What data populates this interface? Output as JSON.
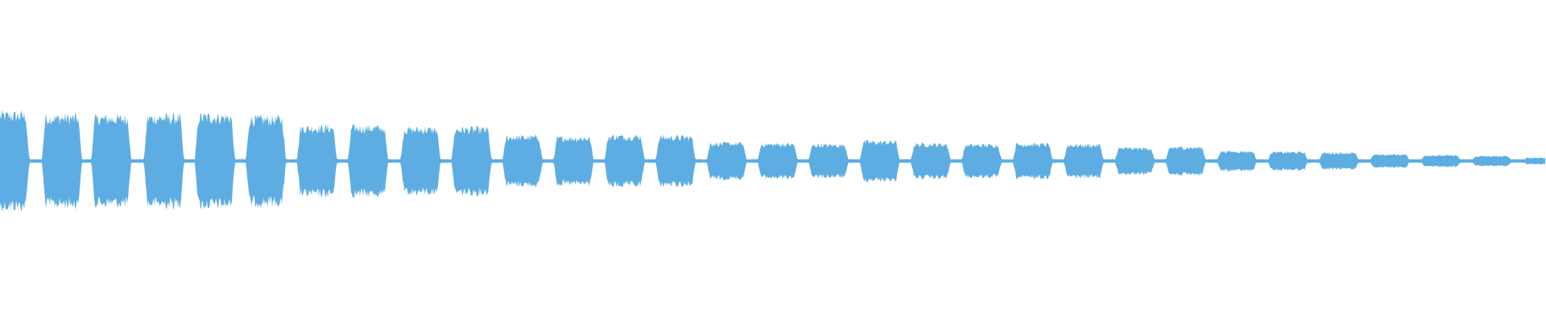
{
  "waveform": {
    "color": "#5dade2",
    "bursts": [
      {
        "center": 0.006,
        "width": 0.026,
        "amp": 0.58
      },
      {
        "center": 0.04,
        "width": 0.026,
        "amp": 0.55
      },
      {
        "center": 0.072,
        "width": 0.026,
        "amp": 0.54
      },
      {
        "center": 0.106,
        "width": 0.026,
        "amp": 0.55
      },
      {
        "center": 0.139,
        "width": 0.026,
        "amp": 0.56
      },
      {
        "center": 0.172,
        "width": 0.026,
        "amp": 0.53
      },
      {
        "center": 0.205,
        "width": 0.026,
        "amp": 0.42
      },
      {
        "center": 0.238,
        "width": 0.026,
        "amp": 0.42
      },
      {
        "center": 0.272,
        "width": 0.026,
        "amp": 0.4
      },
      {
        "center": 0.305,
        "width": 0.026,
        "amp": 0.4
      },
      {
        "center": 0.338,
        "width": 0.026,
        "amp": 0.3
      },
      {
        "center": 0.371,
        "width": 0.026,
        "amp": 0.29
      },
      {
        "center": 0.404,
        "width": 0.026,
        "amp": 0.31
      },
      {
        "center": 0.437,
        "width": 0.026,
        "amp": 0.3
      },
      {
        "center": 0.47,
        "width": 0.026,
        "amp": 0.22
      },
      {
        "center": 0.503,
        "width": 0.026,
        "amp": 0.21
      },
      {
        "center": 0.536,
        "width": 0.026,
        "amp": 0.2
      },
      {
        "center": 0.569,
        "width": 0.026,
        "amp": 0.24
      },
      {
        "center": 0.602,
        "width": 0.026,
        "amp": 0.21
      },
      {
        "center": 0.635,
        "width": 0.026,
        "amp": 0.2
      },
      {
        "center": 0.668,
        "width": 0.026,
        "amp": 0.21
      },
      {
        "center": 0.701,
        "width": 0.026,
        "amp": 0.2
      },
      {
        "center": 0.734,
        "width": 0.026,
        "amp": 0.16
      },
      {
        "center": 0.767,
        "width": 0.026,
        "amp": 0.17
      },
      {
        "center": 0.8,
        "width": 0.026,
        "amp": 0.12
      },
      {
        "center": 0.833,
        "width": 0.026,
        "amp": 0.11
      },
      {
        "center": 0.866,
        "width": 0.026,
        "amp": 0.1
      },
      {
        "center": 0.899,
        "width": 0.026,
        "amp": 0.08
      },
      {
        "center": 0.932,
        "width": 0.026,
        "amp": 0.07
      },
      {
        "center": 0.965,
        "width": 0.026,
        "amp": 0.06
      },
      {
        "center": 0.998,
        "width": 0.026,
        "amp": 0.04
      }
    ],
    "baseline_amp": 0.022
  }
}
